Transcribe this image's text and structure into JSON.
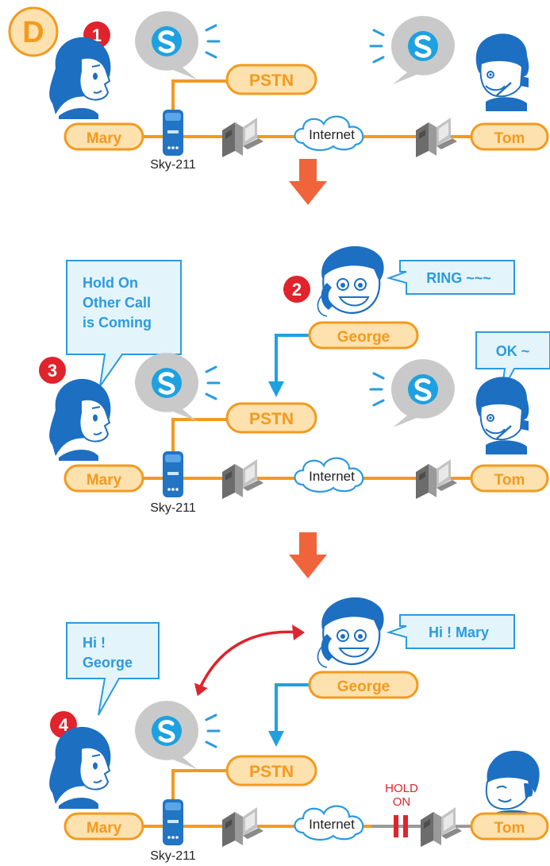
{
  "section_badge": "D",
  "panel1": {
    "step": "1",
    "left_name": "Mary",
    "right_name": "Tom",
    "pstn": "PSTN",
    "internet": "Internet",
    "device": "Sky-211"
  },
  "panel2": {
    "step_ring": "2",
    "step_hold": "3",
    "left_name": "Mary",
    "right_name": "Tom",
    "caller_name": "George",
    "pstn": "PSTN",
    "internet": "Internet",
    "device": "Sky-211",
    "caller_bubble": "RING ~~~",
    "tom_bubble": "OK ~",
    "mary_bubble_lines": [
      "Hold On",
      "Other Call",
      "is Coming"
    ]
  },
  "panel3": {
    "step": "4",
    "left_name": "Mary",
    "right_name": "Tom",
    "caller_name": "George",
    "pstn": "PSTN",
    "internet": "Internet",
    "device": "Sky-211",
    "caller_bubble": "Hi ! Mary",
    "mary_bubble_lines": [
      "Hi !",
      "George"
    ],
    "hold_lines": [
      "HOLD",
      "ON"
    ]
  },
  "colors": {
    "orange": "#f39a1e",
    "pill_fill": "#fde1ae",
    "blue": "#2a9be0",
    "bubble_fill": "#e4f4fb",
    "red": "#e0232c",
    "arrow": "#f0643c",
    "gray_line": "#9a9a9a"
  },
  "icons": [
    "skype-icon",
    "computer-icon",
    "router-icon",
    "cloud-icon",
    "person-icon",
    "phone-icon",
    "arrow-down-icon",
    "pause-icon"
  ]
}
